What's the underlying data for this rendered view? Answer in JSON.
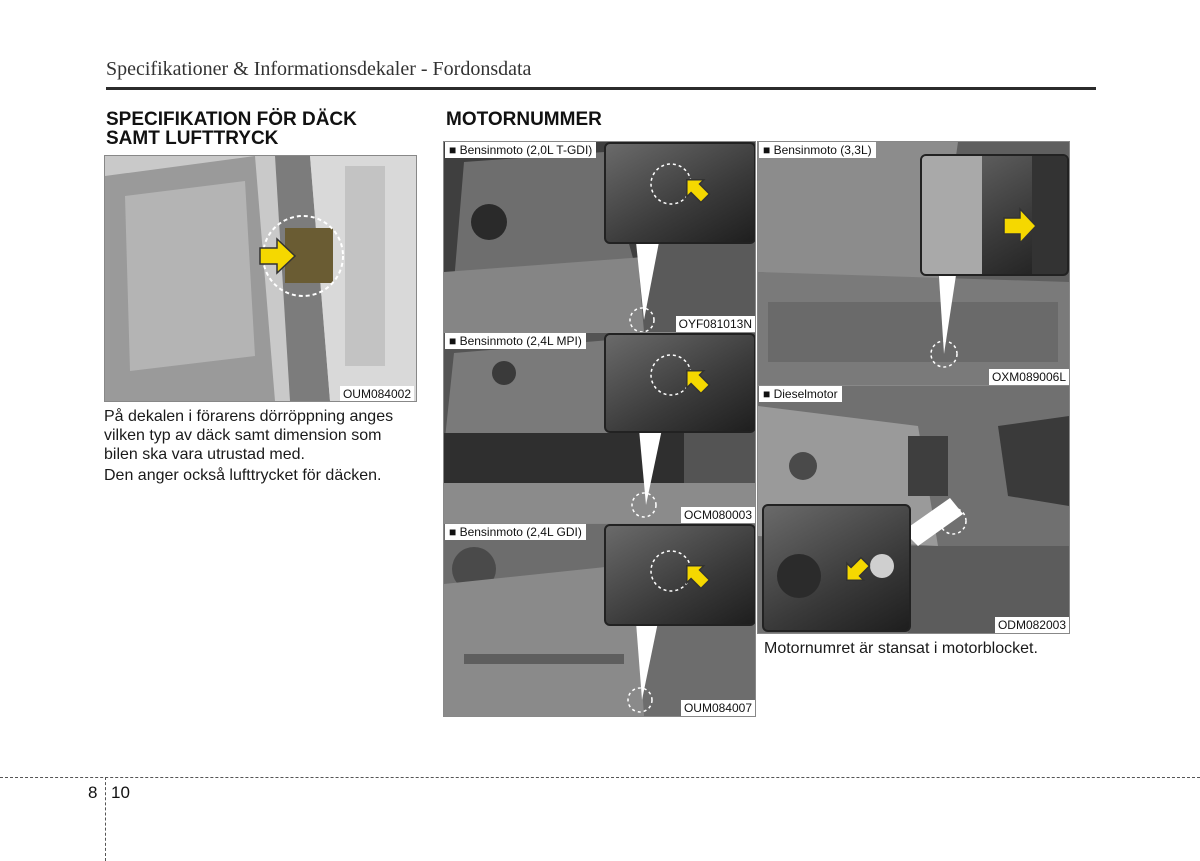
{
  "header": {
    "title": "Specifikationer & Informationsdekaler - Fordonsdata"
  },
  "left_section": {
    "heading_line1": "SPECIFIKATION FÖR DÄCK",
    "heading_line2": "SAMT LUFTTRYCK",
    "image_code": "OUM084002",
    "paragraph1": "På dekalen i förarens dörröppning anges vilken typ av däck samt dimension som bilen ska vara utrustad med.",
    "paragraph2": "Den anger också lufttrycket för däcken."
  },
  "right_section": {
    "heading": "MOTORNUMMER",
    "images": [
      {
        "label": "■ Bensinmoto (2,0L T-GDI)",
        "code": "OYF081013N"
      },
      {
        "label": "■ Bensinmoto (2,4L MPI)",
        "code": "OCM080003"
      },
      {
        "label": "■ Bensinmoto (2,4L GDI)",
        "code": "OUM084007"
      },
      {
        "label": "■ Bensinmoto (3,3L)",
        "code": "OXM089006L"
      },
      {
        "label": "■ Dieselmotor",
        "code": "ODM082003"
      }
    ],
    "caption": "Motornumret är stansat i motorblocket."
  },
  "footer": {
    "chapter": "8",
    "page": "10"
  },
  "colors": {
    "arrow_fill": "#f5d800",
    "arrow_stroke": "#333333",
    "rule": "#2b2b2b"
  },
  "icons": {
    "pointer": "yellow-arrow-icon",
    "callout": "dashed-circle-icon"
  }
}
